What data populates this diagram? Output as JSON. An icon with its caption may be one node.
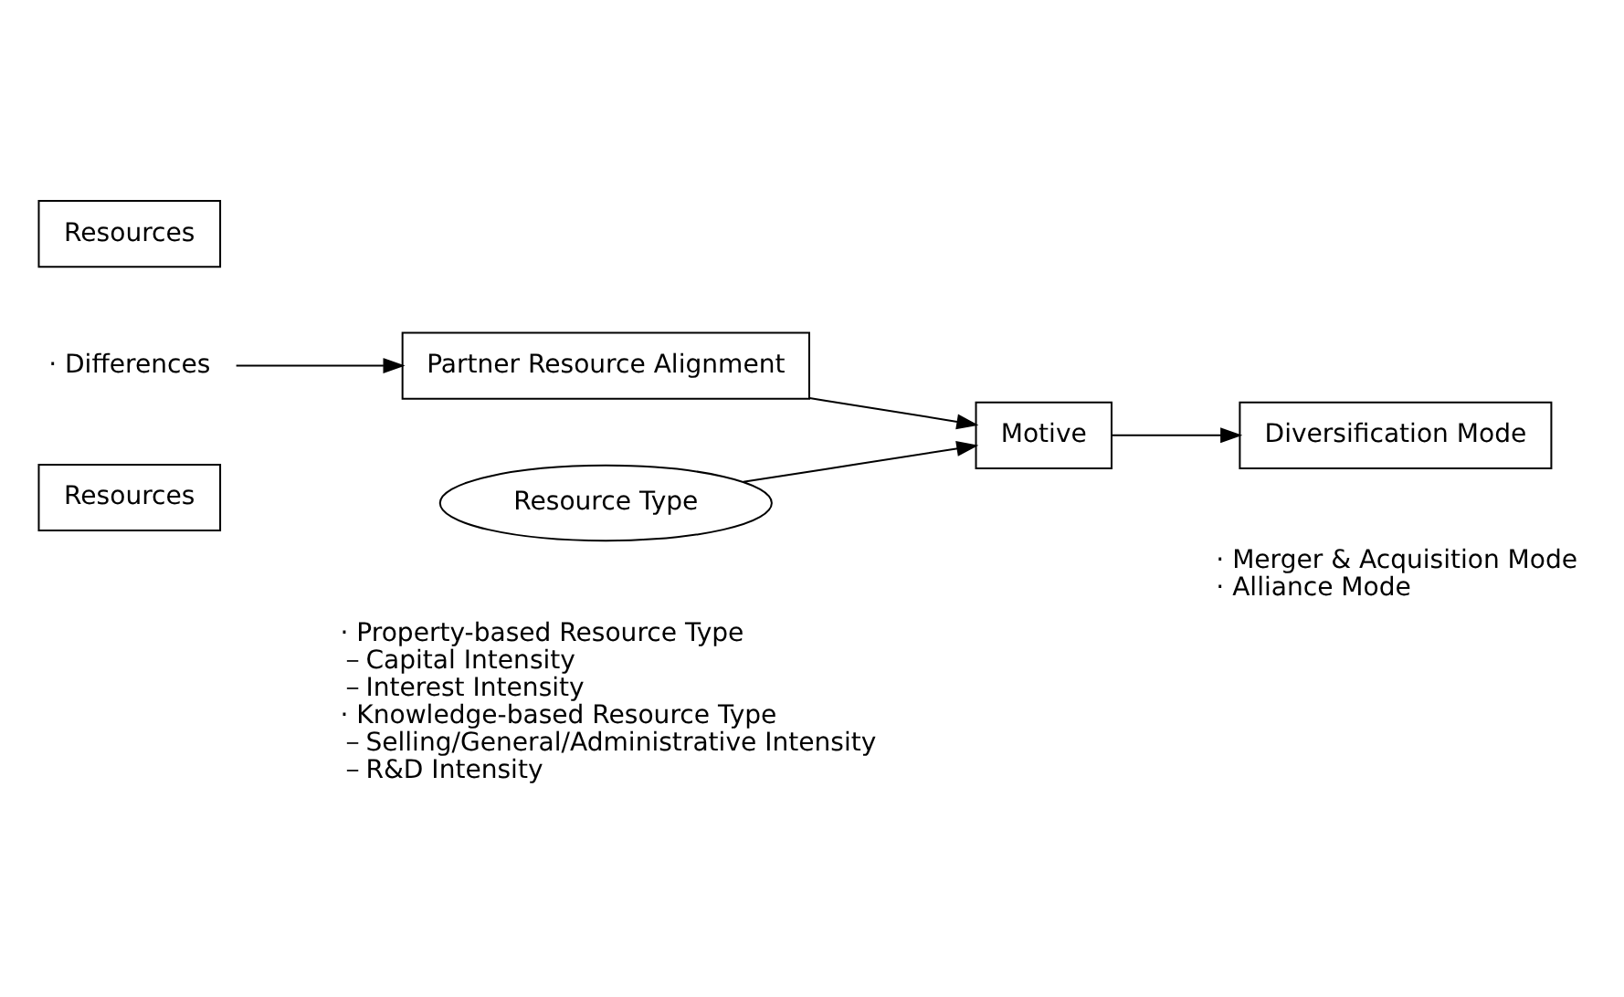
{
  "diagram": {
    "nodes": [
      {
        "text": [
          "Resources"
        ]
      },
      {
        "text": [
          "Resources"
        ]
      },
      {
        "text": [
          "· Differences"
        ]
      },
      {
        "text": [
          "Partner Resource Alignment"
        ]
      },
      {
        "text": [
          "Motive"
        ]
      },
      {
        "text": [
          "Diversification Mode"
        ],
        "beside": [
          "· Merger & Acquisition Mode",
          "· Alliance Mode"
        ]
      },
      {
        "text": [
          "Resource Type"
        ],
        "beside": [
          "· Property-based Resource Type",
          "－Capital Intensity",
          "－Interest Intensity",
          "· Knowledge-based Resource Type",
          "－Selling/General/Administrative Intensity",
          "－R&D Intensity"
        ]
      }
    ],
    "edges": [
      {
        "from": 2,
        "to": 3,
        "arrow": "to"
      },
      {
        "from": 3,
        "to": 4,
        "arrow": "to"
      },
      {
        "from": 4,
        "to": 5,
        "arrow": "to"
      },
      {
        "from": 6,
        "to": 4,
        "arrow": "to"
      }
    ]
  }
}
